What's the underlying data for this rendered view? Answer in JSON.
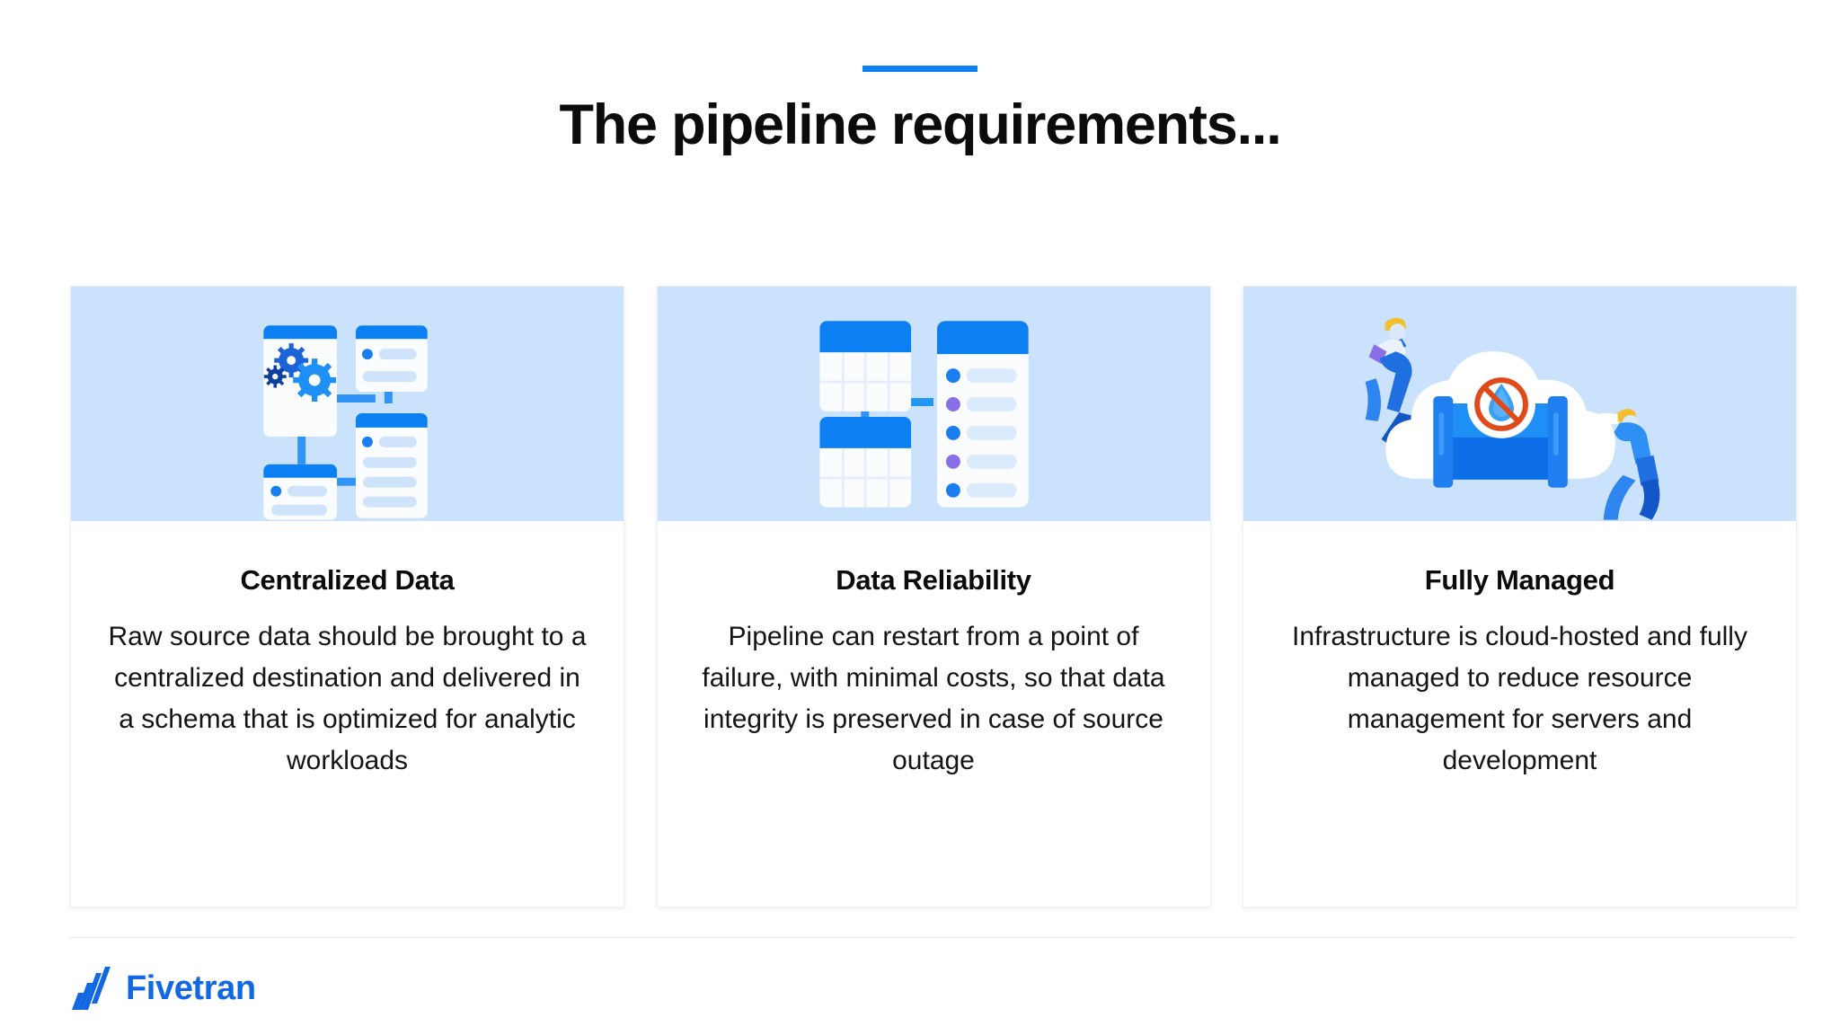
{
  "header": {
    "accent_color": "#0c7ff2",
    "title": "The pipeline requirements..."
  },
  "cards": [
    {
      "illustration": "centralized-data-schema-illustration",
      "title": "Centralized Data",
      "text": "Raw source data should be brought to a centralized destination and delivered in a schema that is optimized for analytic workloads"
    },
    {
      "illustration": "data-reliability-tables-illustration",
      "title": "Data Reliability",
      "text": "Pipeline can restart from a point of failure, with minimal costs, so that data integrity is preserved in case of source outage"
    },
    {
      "illustration": "fully-managed-cloud-pipe-illustration",
      "title": "Fully Managed",
      "text": "Infrastructure is cloud-hosted and fully managed to reduce resource management for servers and development"
    }
  ],
  "footer": {
    "logo_name": "fivetran-logo",
    "brand": "Fivetran",
    "brand_color": "#1268e3"
  },
  "palette": {
    "illustration_background": "#cbe2fc",
    "primary_blue": "#0c7ff2",
    "light_blue_fill": "#dbeafd",
    "purple_dot": "#8a6ee8",
    "prohibition_red": "#e04a1a",
    "card_background": "#ffffff",
    "page_background": "#ffffff"
  }
}
